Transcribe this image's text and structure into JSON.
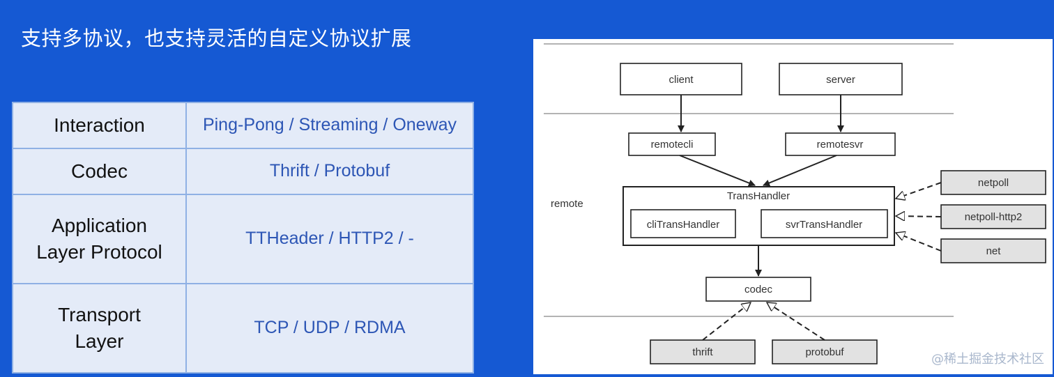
{
  "title": "支持多协议，也支持灵活的自定义协议扩展",
  "table": {
    "rows": [
      {
        "left": "Interaction",
        "right": "Ping-Pong / Streaming / Oneway"
      },
      {
        "left": "Codec",
        "right": "Thrift / Protobuf"
      },
      {
        "left": "Application\nLayer Protocol",
        "right": "TTHeader / HTTP2 / -"
      },
      {
        "left": "Transport\nLayer",
        "right": "TCP / UDP / RDMA"
      }
    ]
  },
  "diagram": {
    "nodes": {
      "client": "client",
      "server": "server",
      "remotecli": "remotecli",
      "remotesvr": "remotesvr",
      "transhandler": "TransHandler",
      "clitranshandler": "cliTransHandler",
      "svrtranshandler": "svrTransHandler",
      "codec": "codec",
      "thrift": "thrift",
      "protobuf": "protobuf",
      "netpoll": "netpoll",
      "netpoll_http2": "netpoll-http2",
      "net": "net"
    },
    "layer_label": "remote"
  },
  "watermark": "@稀土掘金技术社区"
}
